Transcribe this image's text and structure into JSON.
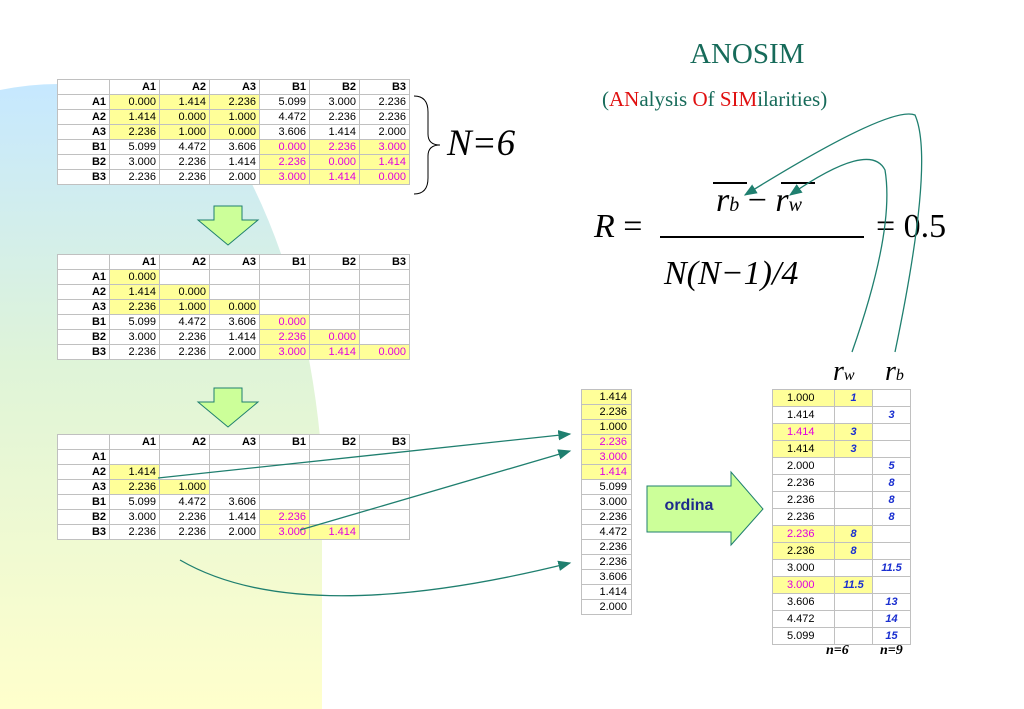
{
  "title": "ANOSIM",
  "subtitle": {
    "open": "(",
    "p1": "AN",
    "p2": "alysis ",
    "p3": "O",
    "p4": "f ",
    "p5": "SIM",
    "p6": "ilarities)"
  },
  "n_label": "N=6",
  "labels": [
    "A1",
    "A2",
    "A3",
    "B1",
    "B2",
    "B3"
  ],
  "matrix": [
    [
      "0.000",
      "1.414",
      "2.236",
      "5.099",
      "3.000",
      "2.236"
    ],
    [
      "1.414",
      "0.000",
      "1.000",
      "4.472",
      "2.236",
      "2.236"
    ],
    [
      "2.236",
      "1.000",
      "0.000",
      "3.606",
      "1.414",
      "2.000"
    ],
    [
      "5.099",
      "4.472",
      "3.606",
      "0.000",
      "2.236",
      "3.000"
    ],
    [
      "3.000",
      "2.236",
      "1.414",
      "2.236",
      "0.000",
      "1.414"
    ],
    [
      "2.236",
      "2.236",
      "2.000",
      "3.000",
      "1.414",
      "0.000"
    ]
  ],
  "column_values": [
    "1.414",
    "2.236",
    "1.000",
    "2.236",
    "3.000",
    "1.414",
    "5.099",
    "3.000",
    "2.236",
    "4.472",
    "2.236",
    "2.236",
    "3.606",
    "1.414",
    "2.000"
  ],
  "ordina_label": "ordina",
  "formula": {
    "R": "R",
    "eq1": "=",
    "r": "r",
    "b": "b",
    "minus": "−",
    "w": "w",
    "den": "N(N−1)/4",
    "eq2": "= 0.5"
  },
  "rank_headers": {
    "rw_r": "r",
    "rw_sub": "w",
    "rb_r": "r",
    "rb_sub": "b"
  },
  "ranked": [
    {
      "v": "1.000",
      "w": "1",
      "b": ""
    },
    {
      "v": "1.414",
      "w": "",
      "b": "3"
    },
    {
      "v": "1.414",
      "w": "3",
      "b": ""
    },
    {
      "v": "1.414",
      "w": "3",
      "b": ""
    },
    {
      "v": "2.000",
      "w": "",
      "b": "5"
    },
    {
      "v": "2.236",
      "w": "",
      "b": "8"
    },
    {
      "v": "2.236",
      "w": "",
      "b": "8"
    },
    {
      "v": "2.236",
      "w": "",
      "b": "8"
    },
    {
      "v": "2.236",
      "w": "8",
      "b": ""
    },
    {
      "v": "2.236",
      "w": "8",
      "b": ""
    },
    {
      "v": "3.000",
      "w": "",
      "b": "11.5"
    },
    {
      "v": "3.000",
      "w": "11.5",
      "b": ""
    },
    {
      "v": "3.606",
      "w": "",
      "b": "13"
    },
    {
      "v": "4.472",
      "w": "",
      "b": "14"
    },
    {
      "v": "5.099",
      "w": "",
      "b": "15"
    }
  ],
  "n_within": "n=6",
  "n_between": "n=9",
  "colors": {
    "within_highlight": "#ffff99",
    "group_a": "#1e2a8c",
    "group_b": "#d800d8",
    "rank_text": "#1a2fd0",
    "title": "#176b5a",
    "accent": "#e01010",
    "arrow_fill": "#ccff99",
    "arrow_line": "#1f7f6f"
  }
}
